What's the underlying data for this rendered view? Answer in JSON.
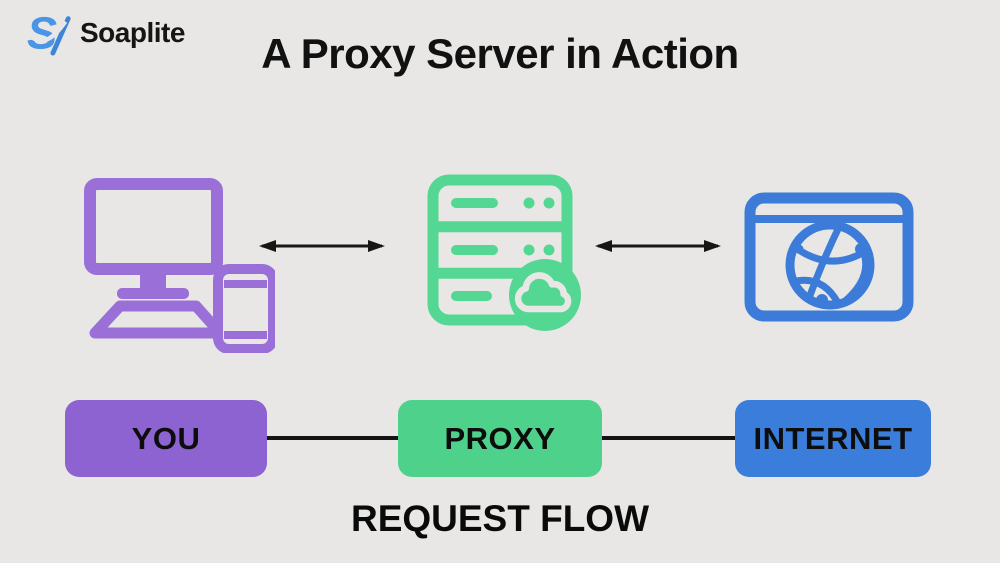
{
  "brand": {
    "name": "Soaplite"
  },
  "header": {
    "title": "A Proxy Server in Action"
  },
  "diagram": {
    "nodes": [
      {
        "id": "you",
        "label": "YOU",
        "icon": "desktop-and-phone-icon",
        "color": "#8d63d2",
        "icon_color": "#9a70d8"
      },
      {
        "id": "proxy",
        "label": "PROXY",
        "icon": "proxy-server-cloud-icon",
        "color": "#4ed28b",
        "icon_color": "#55d794"
      },
      {
        "id": "internet",
        "label": "INTERNET",
        "icon": "browser-globe-icon",
        "color": "#3a7ddb",
        "icon_color": "#3c7cd8"
      }
    ],
    "connections": [
      {
        "from": "you",
        "to": "proxy",
        "style": "double-headed-arrow"
      },
      {
        "from": "proxy",
        "to": "internet",
        "style": "double-headed-arrow"
      },
      {
        "from": "you",
        "to": "proxy",
        "style": "plain-line"
      },
      {
        "from": "proxy",
        "to": "internet",
        "style": "plain-line"
      }
    ],
    "caption": "REQUEST FLOW"
  },
  "colors": {
    "background": "#e8e7e5",
    "text": "#111111",
    "arrow": "#161616",
    "purple": "#8d63d2",
    "green": "#4ed28b",
    "blue": "#3a7ddb",
    "logo_blue": "#4a95e8"
  }
}
